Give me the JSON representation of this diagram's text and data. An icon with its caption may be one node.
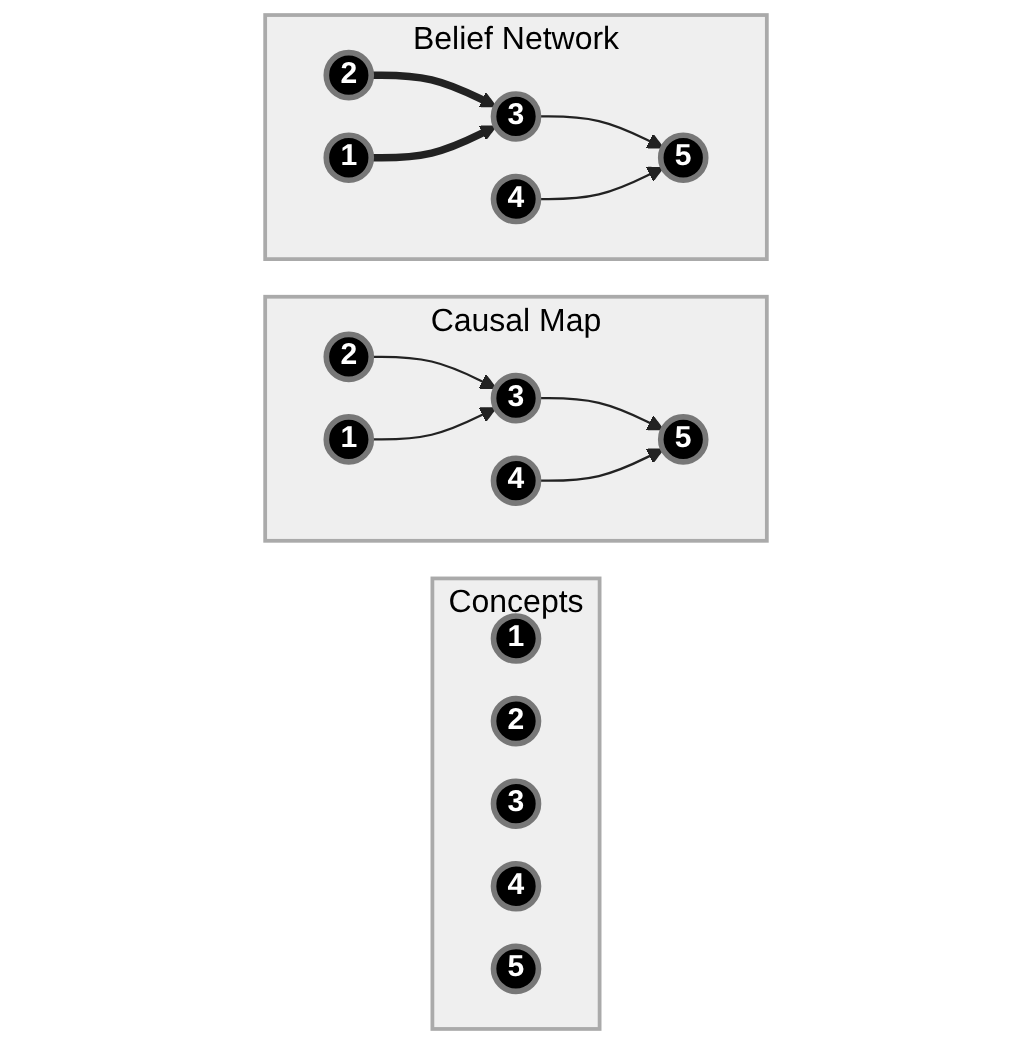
{
  "diagram": {
    "nodes": [
      {
        "text": [
          "Concepts"
        ]
      },
      {
        "text": [
          "1"
        ],
        "in": 0
      },
      {
        "text": [
          "2"
        ],
        "in": 0
      },
      {
        "text": [
          "3"
        ],
        "in": 0
      },
      {
        "text": [
          "4"
        ],
        "in": 0
      },
      {
        "text": [
          "5"
        ],
        "in": 0
      },
      {
        "text": [
          "Causal Map"
        ]
      },
      {
        "text": [
          "1"
        ],
        "in": 6
      },
      {
        "text": [
          "2"
        ],
        "in": 6
      },
      {
        "text": [
          "3"
        ],
        "in": 6
      },
      {
        "text": [
          "4"
        ],
        "in": 6
      },
      {
        "text": [
          "5"
        ],
        "in": 6
      },
      {
        "text": [
          "Belief Network"
        ]
      },
      {
        "text": [
          "1"
        ],
        "in": 12
      },
      {
        "text": [
          "2"
        ],
        "in": 12
      },
      {
        "text": [
          "3"
        ],
        "in": 12
      },
      {
        "text": [
          "4"
        ],
        "in": 12
      },
      {
        "text": [
          "5"
        ],
        "in": 12
      }
    ],
    "edges": [
      {
        "from": 8,
        "to": 9,
        "arrow": "to"
      },
      {
        "from": 7,
        "to": 9,
        "arrow": "to"
      },
      {
        "from": 9,
        "to": 11,
        "arrow": "to"
      },
      {
        "from": 10,
        "to": 11,
        "arrow": "to"
      },
      {
        "from": 14,
        "to": 15,
        "arrow": "to",
        "style": "thick"
      },
      {
        "from": 13,
        "to": 15,
        "arrow": "to",
        "style": "thick"
      },
      {
        "from": 15,
        "to": 17,
        "arrow": "to"
      },
      {
        "from": 16,
        "to": 17,
        "arrow": "to"
      }
    ]
  }
}
